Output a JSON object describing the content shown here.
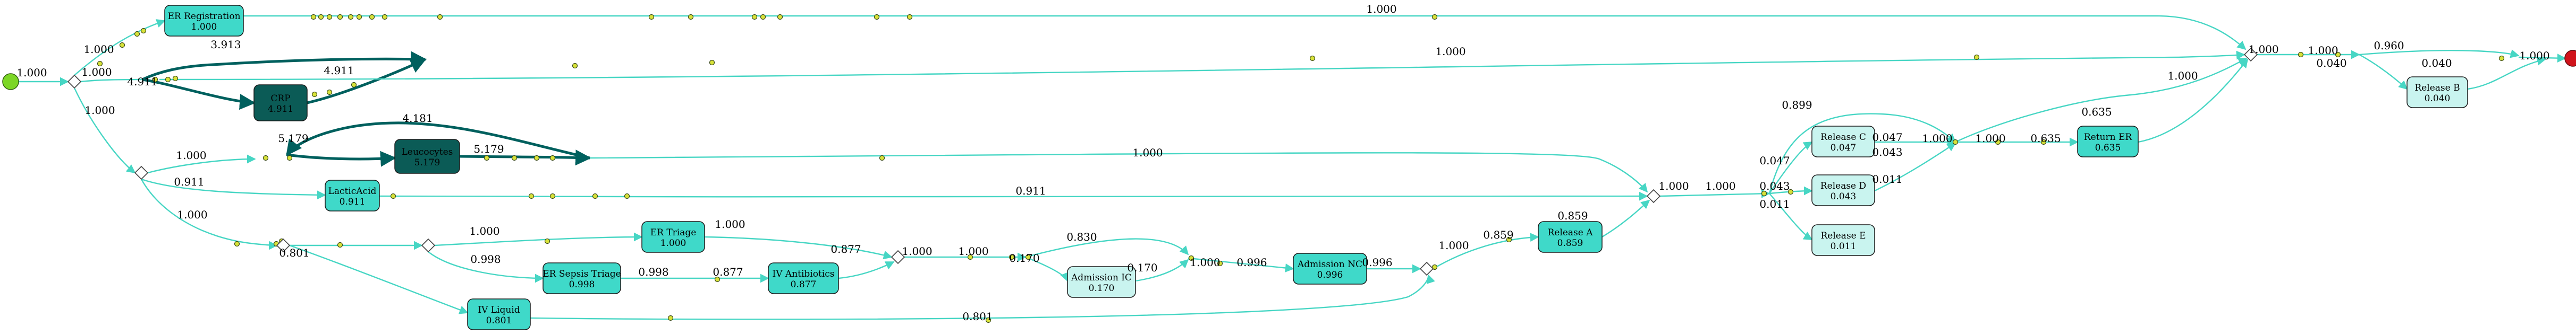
{
  "colors": {
    "edge": "#47d6c4",
    "edge_dark": "#00605e",
    "activity_fill": "#3fd9c9",
    "activity_dark_fill": "#0b5b56",
    "activity_light_fill": "#c9f4ef",
    "start": "#7cd626",
    "end": "#d0131b",
    "token": "#d8e23a"
  },
  "activities": [
    {
      "id": "er_registration",
      "name": "ER Registration",
      "freq": "1.000",
      "style": "mid"
    },
    {
      "id": "crp",
      "name": "CRP",
      "freq": "4.911",
      "style": "dark"
    },
    {
      "id": "leucocytes",
      "name": "Leucocytes",
      "freq": "5.179",
      "style": "dark"
    },
    {
      "id": "lacticacid",
      "name": "LacticAcid",
      "freq": "0.911",
      "style": "mid"
    },
    {
      "id": "er_triage",
      "name": "ER Triage",
      "freq": "1.000",
      "style": "mid"
    },
    {
      "id": "er_sepsis_triage",
      "name": "ER Sepsis Triage",
      "freq": "0.998",
      "style": "mid"
    },
    {
      "id": "iv_antibiotics",
      "name": "IV Antibiotics",
      "freq": "0.877",
      "style": "mid"
    },
    {
      "id": "iv_liquid",
      "name": "IV Liquid",
      "freq": "0.801",
      "style": "mid"
    },
    {
      "id": "admission_ic",
      "name": "Admission IC",
      "freq": "0.170",
      "style": "light"
    },
    {
      "id": "admission_nc",
      "name": "Admission NC",
      "freq": "0.996",
      "style": "mid"
    },
    {
      "id": "release_a",
      "name": "Release A",
      "freq": "0.859",
      "style": "mid"
    },
    {
      "id": "release_b",
      "name": "Release B",
      "freq": "0.040",
      "style": "light"
    },
    {
      "id": "release_c",
      "name": "Release C",
      "freq": "0.047",
      "style": "light"
    },
    {
      "id": "release_d",
      "name": "Release D",
      "freq": "0.043",
      "style": "light"
    },
    {
      "id": "release_e",
      "name": "Release E",
      "freq": "0.011",
      "style": "light"
    },
    {
      "id": "return_er",
      "name": "Return ER",
      "freq": "0.635",
      "style": "mid"
    }
  ],
  "edge_labels": [
    {
      "id": "start_out",
      "text": "1.000"
    },
    {
      "id": "split_to_reg",
      "text": "1.000"
    },
    {
      "id": "split_mid",
      "text": "1.000"
    },
    {
      "id": "split_down",
      "text": "1.000"
    },
    {
      "id": "reg_to_join",
      "text": "1.000"
    },
    {
      "id": "crp_loop_top",
      "text": "3.913"
    },
    {
      "id": "crp_loop_left",
      "text": "4.911"
    },
    {
      "id": "crp_loop_right",
      "text": "4.911"
    },
    {
      "id": "crp_long",
      "text": "1.000"
    },
    {
      "id": "leuc_loop_top",
      "text": "4.181"
    },
    {
      "id": "leuc_loop_left",
      "text": "5.179"
    },
    {
      "id": "leuc_loop_right",
      "text": "5.179"
    },
    {
      "id": "leuc_branch",
      "text": "1.000"
    },
    {
      "id": "leuc_long",
      "text": "1.000"
    },
    {
      "id": "lactic_in",
      "text": "0.911"
    },
    {
      "id": "lactic_long",
      "text": "0.911"
    },
    {
      "id": "tri_branch",
      "text": "1.000"
    },
    {
      "id": "to_er_triage",
      "text": "1.000"
    },
    {
      "id": "iv_liquid_in",
      "text": "0.801"
    },
    {
      "id": "er_triage_out",
      "text": "1.000"
    },
    {
      "id": "to_sepsis",
      "text": "0.998"
    },
    {
      "id": "sepsis_to_iv",
      "text": "0.998"
    },
    {
      "id": "iv_ab_in",
      "text": "0.877"
    },
    {
      "id": "iv_ab_out",
      "text": "0.877"
    },
    {
      "id": "iv_liquid_long",
      "text": "0.801"
    },
    {
      "id": "mid_a",
      "text": "1.000"
    },
    {
      "id": "mid_b",
      "text": "1.000"
    },
    {
      "id": "to_ic_top",
      "text": "0.830"
    },
    {
      "id": "to_ic_left",
      "text": "0.170"
    },
    {
      "id": "ic_back",
      "text": "0.170"
    },
    {
      "id": "nc_a",
      "text": "1.000"
    },
    {
      "id": "nc_in",
      "text": "0.996"
    },
    {
      "id": "nc_out",
      "text": "0.996"
    },
    {
      "id": "rel_a_a",
      "text": "1.000"
    },
    {
      "id": "rel_a_in",
      "text": "0.859"
    },
    {
      "id": "rel_a_out",
      "text": "0.859"
    },
    {
      "id": "rel_join_a",
      "text": "1.000"
    },
    {
      "id": "rel_join_b",
      "text": "1.000"
    },
    {
      "id": "to_c_top",
      "text": "0.899"
    },
    {
      "id": "to_c_left",
      "text": "0.047"
    },
    {
      "id": "to_d",
      "text": "0.043"
    },
    {
      "id": "to_e",
      "text": "0.011"
    },
    {
      "id": "c_out",
      "text": "0.047"
    },
    {
      "id": "d_out_a",
      "text": "0.043"
    },
    {
      "id": "d_out_b",
      "text": "0.011"
    },
    {
      "id": "ret_a",
      "text": "1.000"
    },
    {
      "id": "ret_b",
      "text": "1.000"
    },
    {
      "id": "ret_in",
      "text": "0.635"
    },
    {
      "id": "ret_out",
      "text": "0.635"
    },
    {
      "id": "ret_to_join",
      "text": "1.000"
    },
    {
      "id": "final_a",
      "text": "1.000"
    },
    {
      "id": "final_b",
      "text": "1.000"
    },
    {
      "id": "to_rel_b_top",
      "text": "0.960"
    },
    {
      "id": "to_rel_b_left",
      "text": "0.040"
    },
    {
      "id": "rel_b_out",
      "text": "0.040"
    },
    {
      "id": "to_end",
      "text": "1.000"
    }
  ]
}
